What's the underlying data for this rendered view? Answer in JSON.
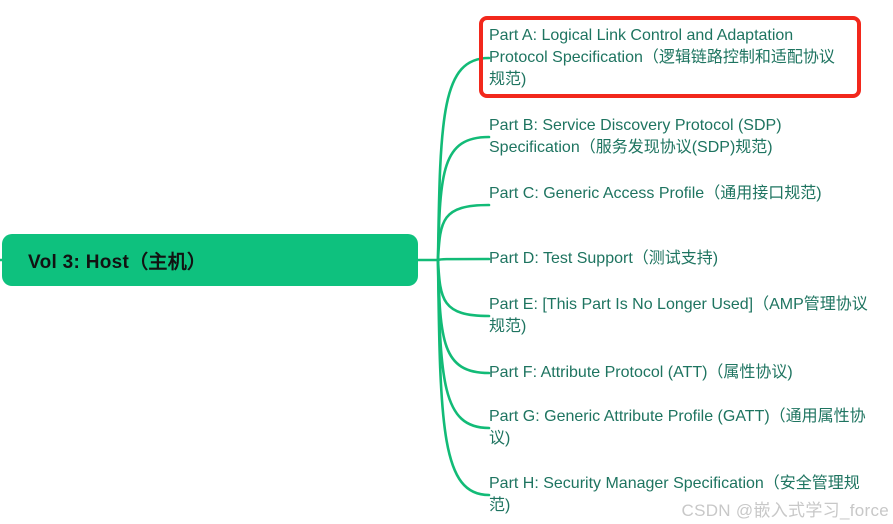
{
  "colors": {
    "background": "#ffffff",
    "node_fill": "#0ec17e",
    "node_text": "#121212",
    "connector": "#12bb77",
    "branch_text": "#1e7460",
    "highlight_border": "#f2281c",
    "watermark_text": "#c8c8c8"
  },
  "root": {
    "label": "Vol 3: Host（主机）"
  },
  "branches": [
    {
      "id": "part-a",
      "label": "Part A: Logical Link Control and Adaptation Protocol Specification（逻辑链路控制和适配协议规范)",
      "highlighted": true
    },
    {
      "id": "part-b",
      "label": "Part B: Service Discovery Protocol (SDP) Specification（服务发现协议(SDP)规范)",
      "highlighted": false
    },
    {
      "id": "part-c",
      "label": "Part C: Generic Access Profile（通用接口规范)",
      "highlighted": false
    },
    {
      "id": "part-d",
      "label": "Part D: Test Support（测试支持)",
      "highlighted": false
    },
    {
      "id": "part-e",
      "label": "Part E: [This Part Is No Longer Used]（AMP管理协议规范)",
      "highlighted": false
    },
    {
      "id": "part-f",
      "label": "Part F: Attribute Protocol (ATT)（属性协议)",
      "highlighted": false
    },
    {
      "id": "part-g",
      "label": "Part G: Generic Attribute Profile (GATT)（通用属性协议)",
      "highlighted": false
    },
    {
      "id": "part-h",
      "label": "Part H: Security Manager Specification（安全管理规范)",
      "highlighted": false
    }
  ],
  "watermark": "CSDN @嵌入式学习_force"
}
